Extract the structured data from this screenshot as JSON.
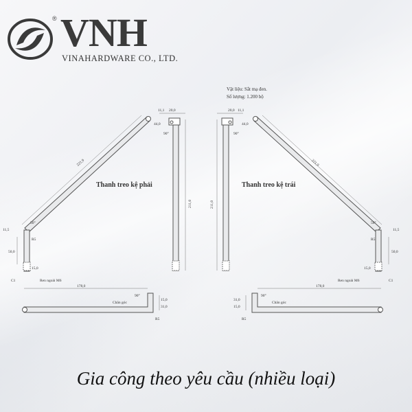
{
  "brand": {
    "name": "VNH",
    "registered_mark": "®",
    "company": "VINAHARDWARE CO., LTD."
  },
  "drawing": {
    "spec_material": "Vật liệu: Sắt mạ đen.",
    "spec_quantity": "Số lượng: 1.200 bộ",
    "right_bracket": {
      "title": "Thanh treo kệ phải",
      "dim_diagonal": "221,9",
      "dim_vertical": "211,0",
      "dim_top_1": "11,1",
      "dim_top_2": "20,0",
      "dim_top_3": "44,0",
      "angle_top": "90°",
      "angle_side": "50°",
      "dim_side_1": "11,5",
      "dim_side_2": "R5",
      "dim_side_3": "50,0",
      "dim_side_4": "15,0",
      "dim_side_5": "C1",
      "nut_label": "Ren ngoài M6",
      "dim_bottom": "178,0",
      "foot_label": "Chân góc",
      "dim_foot_1": "15,0",
      "dim_foot_2": "31,0",
      "dim_foot_3": "R5",
      "dim_foot_4": "90°"
    },
    "left_bracket": {
      "title": "Thanh treo kệ trái",
      "dim_diagonal": "221,9",
      "dim_vertical": "211,0",
      "dim_top_1": "20,0",
      "dim_top_2": "11,1",
      "dim_top_3": "44,0",
      "angle_top": "90°",
      "angle_side": "50°",
      "dim_side_1": "11,5",
      "dim_side_2": "R5",
      "dim_side_3": "50,0",
      "dim_side_4": "15,0",
      "dim_side_5": "C1",
      "nut_label": "Ren ngoài M6",
      "dim_bottom": "178,0",
      "foot_label": "Chân góc",
      "dim_foot_1": "31,0",
      "dim_foot_2": "15,0",
      "dim_foot_3": "R5",
      "dim_foot_4": "90°"
    }
  },
  "caption": "Gia công theo yêu cầu (nhiều loại)"
}
